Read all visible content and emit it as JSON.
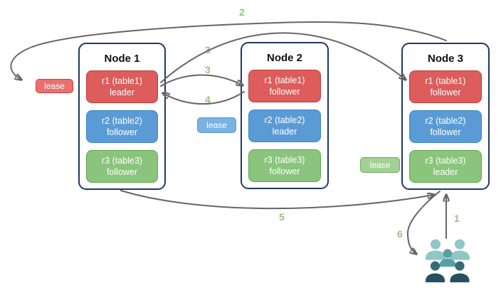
{
  "nodes": [
    {
      "title": "Node 1",
      "replicas": [
        {
          "name": "r1 (table1)",
          "role": "leader",
          "color": "#DD5C5C"
        },
        {
          "name": "r2 (table2)",
          "role": "follower",
          "color": "#5B9BD5"
        },
        {
          "name": "r3 (table3)",
          "role": "follower",
          "color": "#8BC47C"
        }
      ]
    },
    {
      "title": "Node 2",
      "replicas": [
        {
          "name": "r1 (table1)",
          "role": "follower",
          "color": "#DD5C5C"
        },
        {
          "name": "r2 (table2)",
          "role": "leader",
          "color": "#5B9BD5"
        },
        {
          "name": "r3 (table3)",
          "role": "follower",
          "color": "#8BC47C"
        }
      ]
    },
    {
      "title": "Node 3",
      "replicas": [
        {
          "name": "r1 (table1)",
          "role": "follower",
          "color": "#DD5C5C"
        },
        {
          "name": "r2 (table2)",
          "role": "follower",
          "color": "#5B9BD5"
        },
        {
          "name": "r3 (table3)",
          "role": "leader",
          "color": "#8BC47C"
        }
      ]
    }
  ],
  "leases": [
    {
      "label": "lease",
      "color": "#EA7070"
    },
    {
      "label": "lease",
      "color": "#7AB3E3"
    },
    {
      "label": "lease",
      "color": "#A3D193"
    }
  ],
  "steps": {
    "s1": "1",
    "s2": "2",
    "s3a": "3",
    "s3b": "3",
    "s4": "4",
    "s5": "5",
    "s6": "6"
  },
  "icons": {
    "users": "users-icon"
  },
  "colors": {
    "node_border": "#1F3864",
    "arrow": "#666666",
    "step_label": "#93C47D",
    "replica_red": "#DD5C5C",
    "replica_blue": "#5B9BD5",
    "replica_green": "#8BC47C",
    "users_light": "#8FC6C6",
    "users_medium": "#57A0A6",
    "users_dark_head": "#38697B",
    "users_dark_body": "#264F60"
  }
}
